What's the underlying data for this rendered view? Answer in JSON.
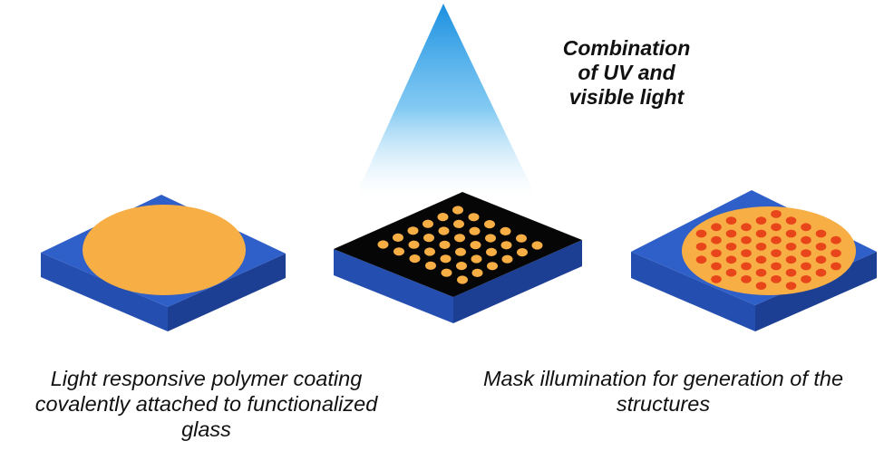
{
  "light_label": "Combination\nof UV and\nvisible light",
  "caption_left": "Light responsive polymer coating\ncovalently attached to functionalized\nglass",
  "caption_right": "Mask illumination for generation of the\nstructures",
  "colors": {
    "substrate_top": "#2f5fc8",
    "substrate_front": "#244fb0",
    "substrate_side": "#1c3f94",
    "polymer_coating": "#f7ae45",
    "mask": "#060606",
    "mask_holes": "#f7ae45",
    "structures": "#e8461a",
    "light_beam": "#3aa7e8"
  },
  "icons": {
    "light_beam": "uv-visible-light-cone-icon",
    "coated_slide": "coated-glass-slide-icon",
    "masked_slide": "photomask-slide-icon",
    "patterned_slide": "patterned-slide-icon"
  },
  "mask_dot_grid": {
    "rows": 6,
    "cols": 6
  }
}
